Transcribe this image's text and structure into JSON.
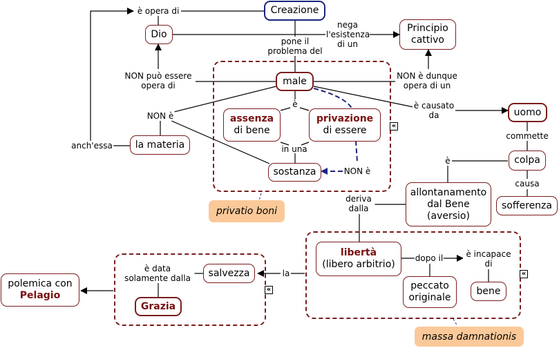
{
  "nodes": {
    "creazione": "Creazione",
    "dio": "Dio",
    "principio_cattivo": "Principio cattivo",
    "male": "male",
    "assenza_strong": "assenza",
    "assenza_rest": "di bene",
    "privazione_strong": "privazione",
    "privazione_rest": "di essere",
    "sostanza": "sostanza",
    "la_materia": "la materia",
    "uomo": "uomo",
    "colpa": "colpa",
    "sofferenza": "sofferenza",
    "allontanamento": "allontanamento dal Bene (aversio)",
    "liberta_strong": "libertà",
    "liberta_rest": "(libero arbitrio)",
    "peccato": "peccato originale",
    "bene": "bene",
    "salvezza": "salvezza",
    "grazia": "Grazia",
    "polemica_rest": "polemica con",
    "polemica_strong": "Pelagio"
  },
  "links": {
    "e_opera_di": "è opera di",
    "nega": "nega l'esistenza di un",
    "pone": "pone il problema del",
    "non_puo": "NON può essere opera di",
    "non_dunque": "NON è dunque opera di un",
    "non_e_left": "NON è",
    "anchessa": "anch'essa",
    "e_mid": "è",
    "in_una": "in una",
    "non_e_blue": "NON è",
    "causato": "è causato da",
    "commette": "commette",
    "e_colpa": "è",
    "causa": "causa",
    "deriva": "deriva dalla",
    "dopo": "dopo il",
    "incapace": "è incapace di",
    "la": "la",
    "data_sol": "è data solamente dalla"
  },
  "notes": {
    "privatio": "privatio boni",
    "massa": "massa damnationis"
  },
  "icons": {
    "collapse_glyph": "«"
  },
  "colors": {
    "node_border": "#7a1c1c",
    "root_border": "#1a237e",
    "accent_text": "#7a1010",
    "note_fill": "#fbc999",
    "dashed_link": "#1a237e"
  }
}
